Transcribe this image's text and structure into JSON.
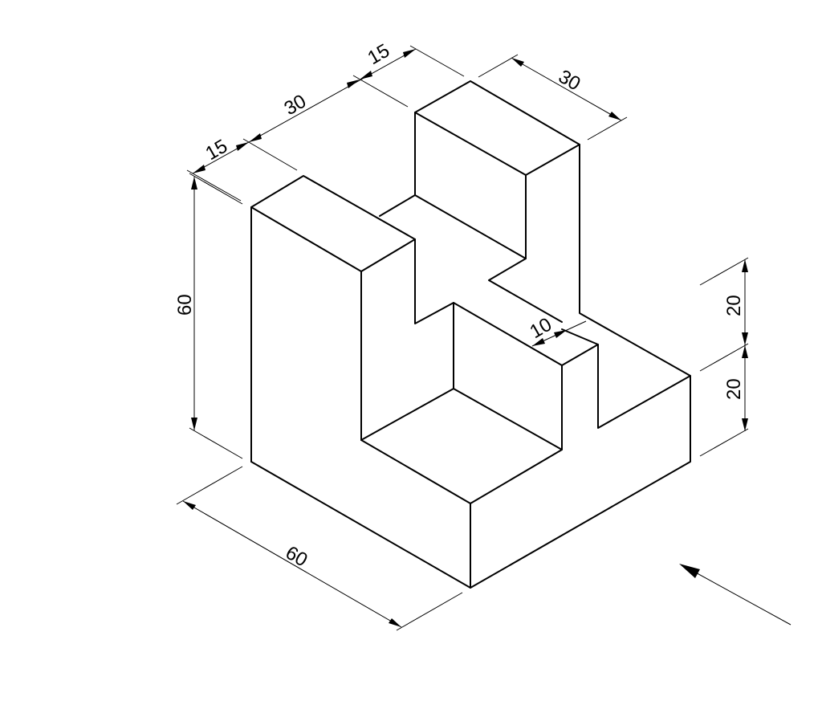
{
  "dimensions": {
    "top_left_width": "15",
    "top_middle_width": "30",
    "top_right_width": "15",
    "back_block_depth": "30",
    "overall_height": "60",
    "base_length": "60",
    "step_height_upper": "20",
    "step_height_lower": "20",
    "notch_width": "10"
  },
  "view_direction": "view-direction-arrow"
}
